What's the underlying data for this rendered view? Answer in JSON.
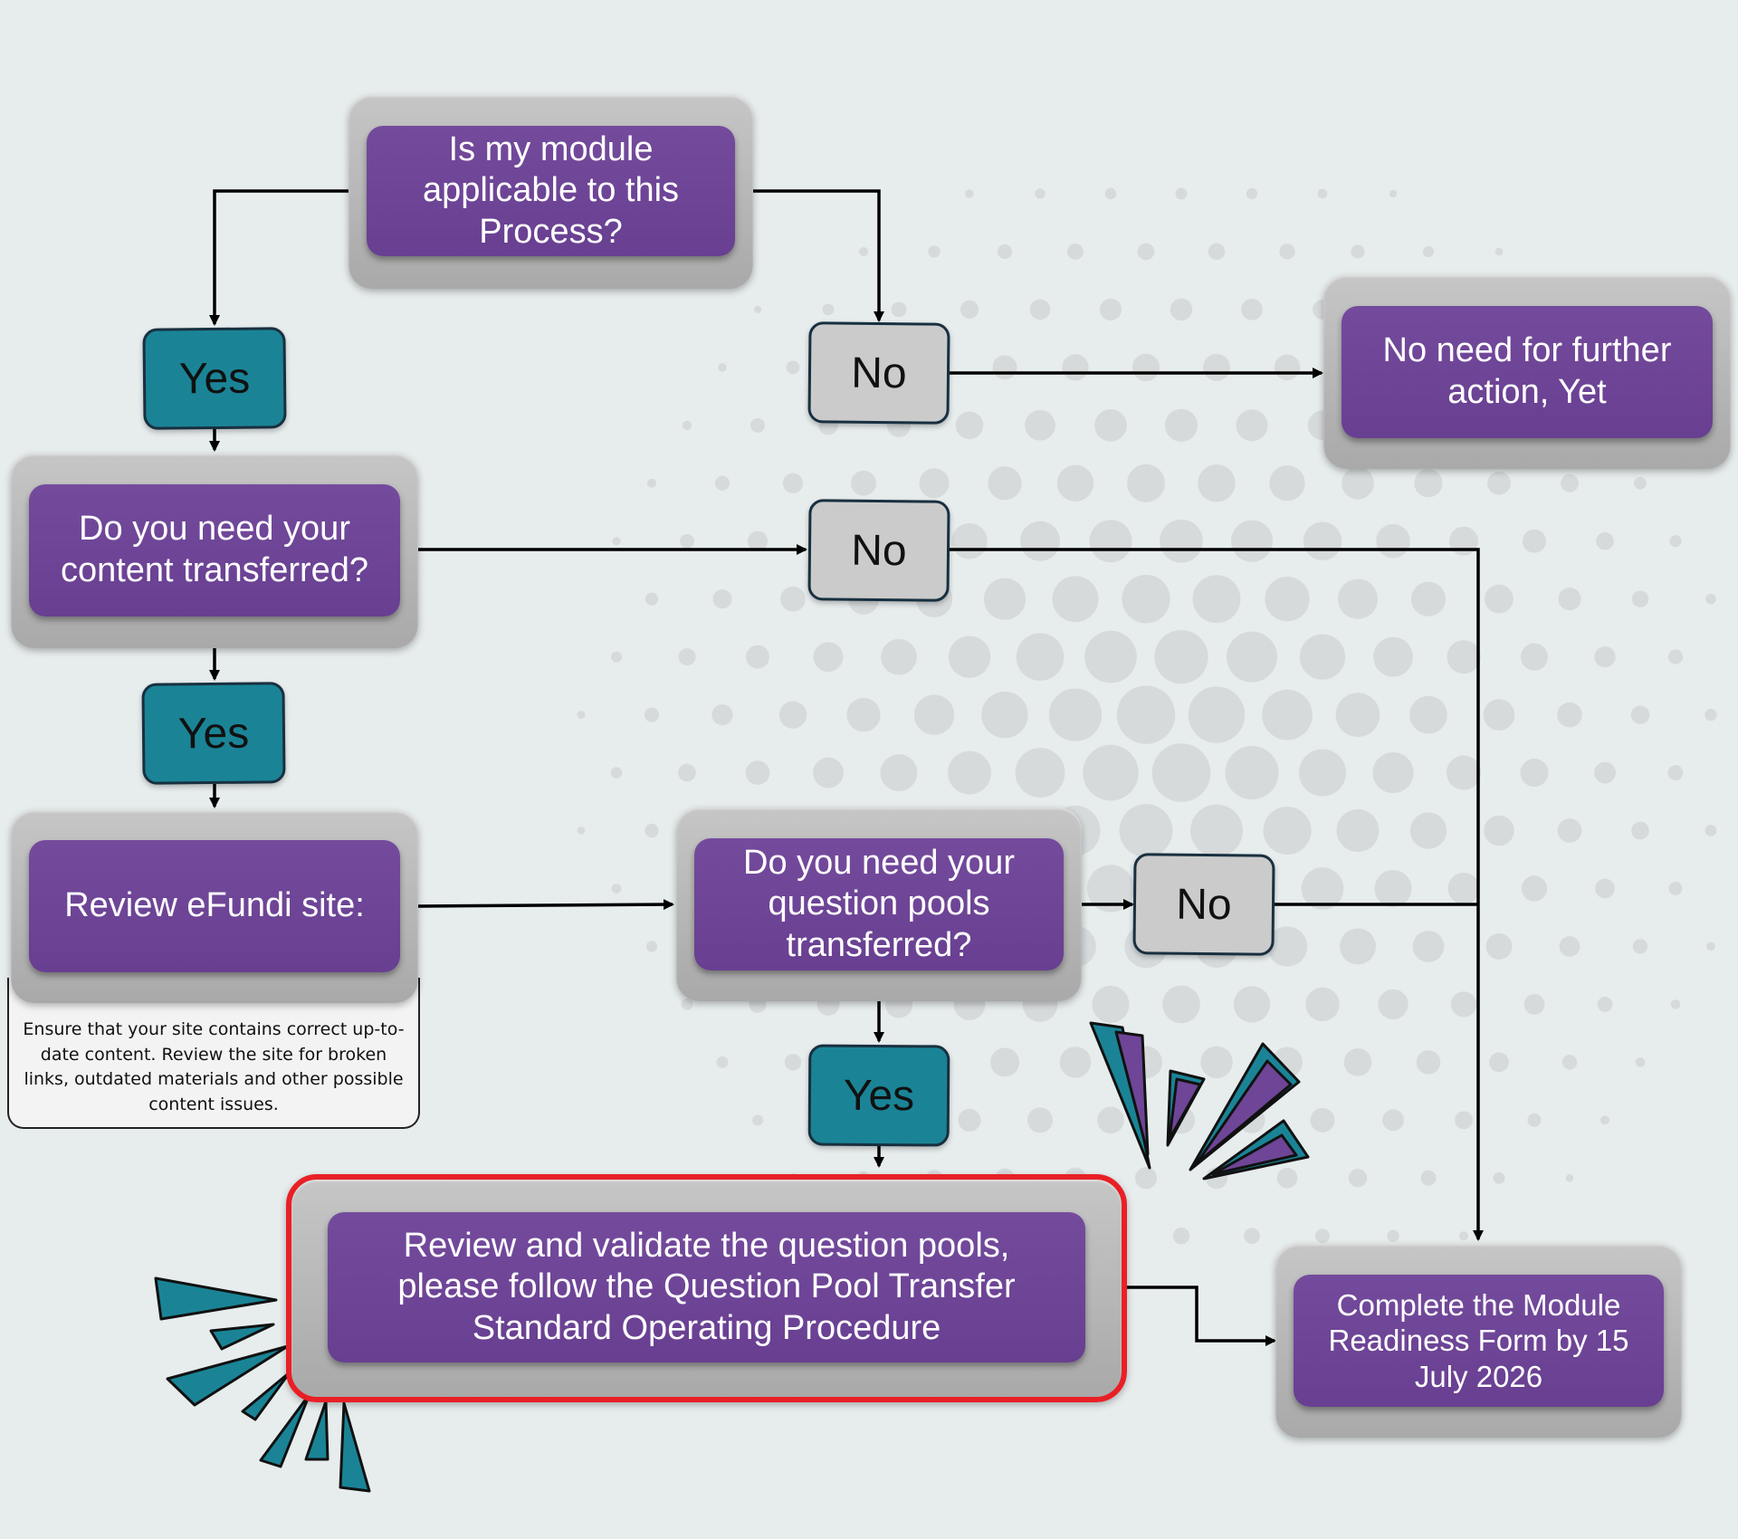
{
  "nodes": {
    "q_module": "Is my module applicable to this Process?",
    "no_further": "No need for further action, Yet",
    "q_content": "Do you need your content transferred?",
    "review_site": "Review eFundi site:",
    "review_note": "Ensure that your site contains correct up-to-date content. Review the site for broken links, outdated materials and other possible content issues.",
    "q_pools": "Do you need your question pools transferred?",
    "validate_pools": "Review and validate the question pools, please follow the Question Pool Transfer Standard Operating Procedure",
    "readiness_form": "Complete the Module Readiness Form by 15 July 2026"
  },
  "answers": {
    "yes_1": "Yes",
    "no_1": "No",
    "no_2": "No",
    "yes_2": "Yes",
    "no_3": "No",
    "yes_3": "Yes"
  },
  "colors": {
    "purple": "#6e4597",
    "teal": "#1a8496",
    "grey": "#cbcbcb",
    "highlight": "#e82026",
    "background": "#e7eced"
  }
}
